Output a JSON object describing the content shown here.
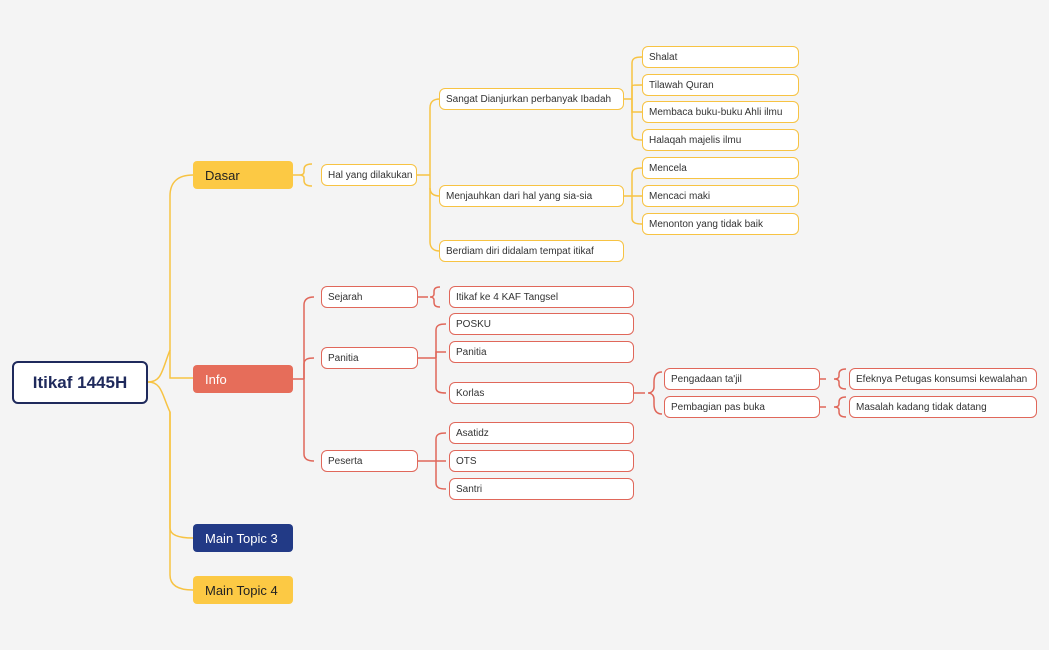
{
  "map": {
    "root": "Itikaf 1445H",
    "topics": {
      "dasar": "Dasar",
      "info": "Info",
      "main3": "Main Topic 3",
      "main4": "Main Topic 4"
    },
    "dasar": {
      "hal": "Hal yang dilakukan",
      "sangat": "Sangat Dianjurkan perbanyak Ibadah",
      "sangat_items": [
        "Shalat",
        "Tilawah Quran",
        "Membaca buku-buku Ahli ilmu",
        "Halaqah majelis ilmu"
      ],
      "menjauhkan": "Menjauhkan dari hal yang sia-sia",
      "menjauhkan_items": [
        "Mencela",
        "Mencaci maki",
        "Menonton yang tidak baik"
      ],
      "berdiam": "Berdiam diri didalam tempat itikaf"
    },
    "info": {
      "sejarah": "Sejarah",
      "sejarah_item": "Itikaf ke 4 KAF Tangsel",
      "panitia": "Panitia",
      "panitia_items": [
        "POSKU",
        "Panitia"
      ],
      "korlas": "Korlas",
      "korlas_items": [
        "Pengadaan ta'jil",
        "Pembagian pas buka"
      ],
      "korlas_notes": [
        "Efeknya Petugas konsumsi kewalahan",
        "Masalah kadang tidak datang"
      ],
      "peserta": "Peserta",
      "peserta_items": [
        "Asatidz",
        "OTS",
        "Santri"
      ]
    }
  },
  "colors": {
    "background": "#f4f4f4",
    "root_border": "#1f2a5c",
    "dasar": "#fcc944",
    "info": "#e66d5a",
    "main3": "#223a86",
    "main4": "#fcc944",
    "yellow_line": "#f7c343",
    "red_line": "#e0675a"
  }
}
